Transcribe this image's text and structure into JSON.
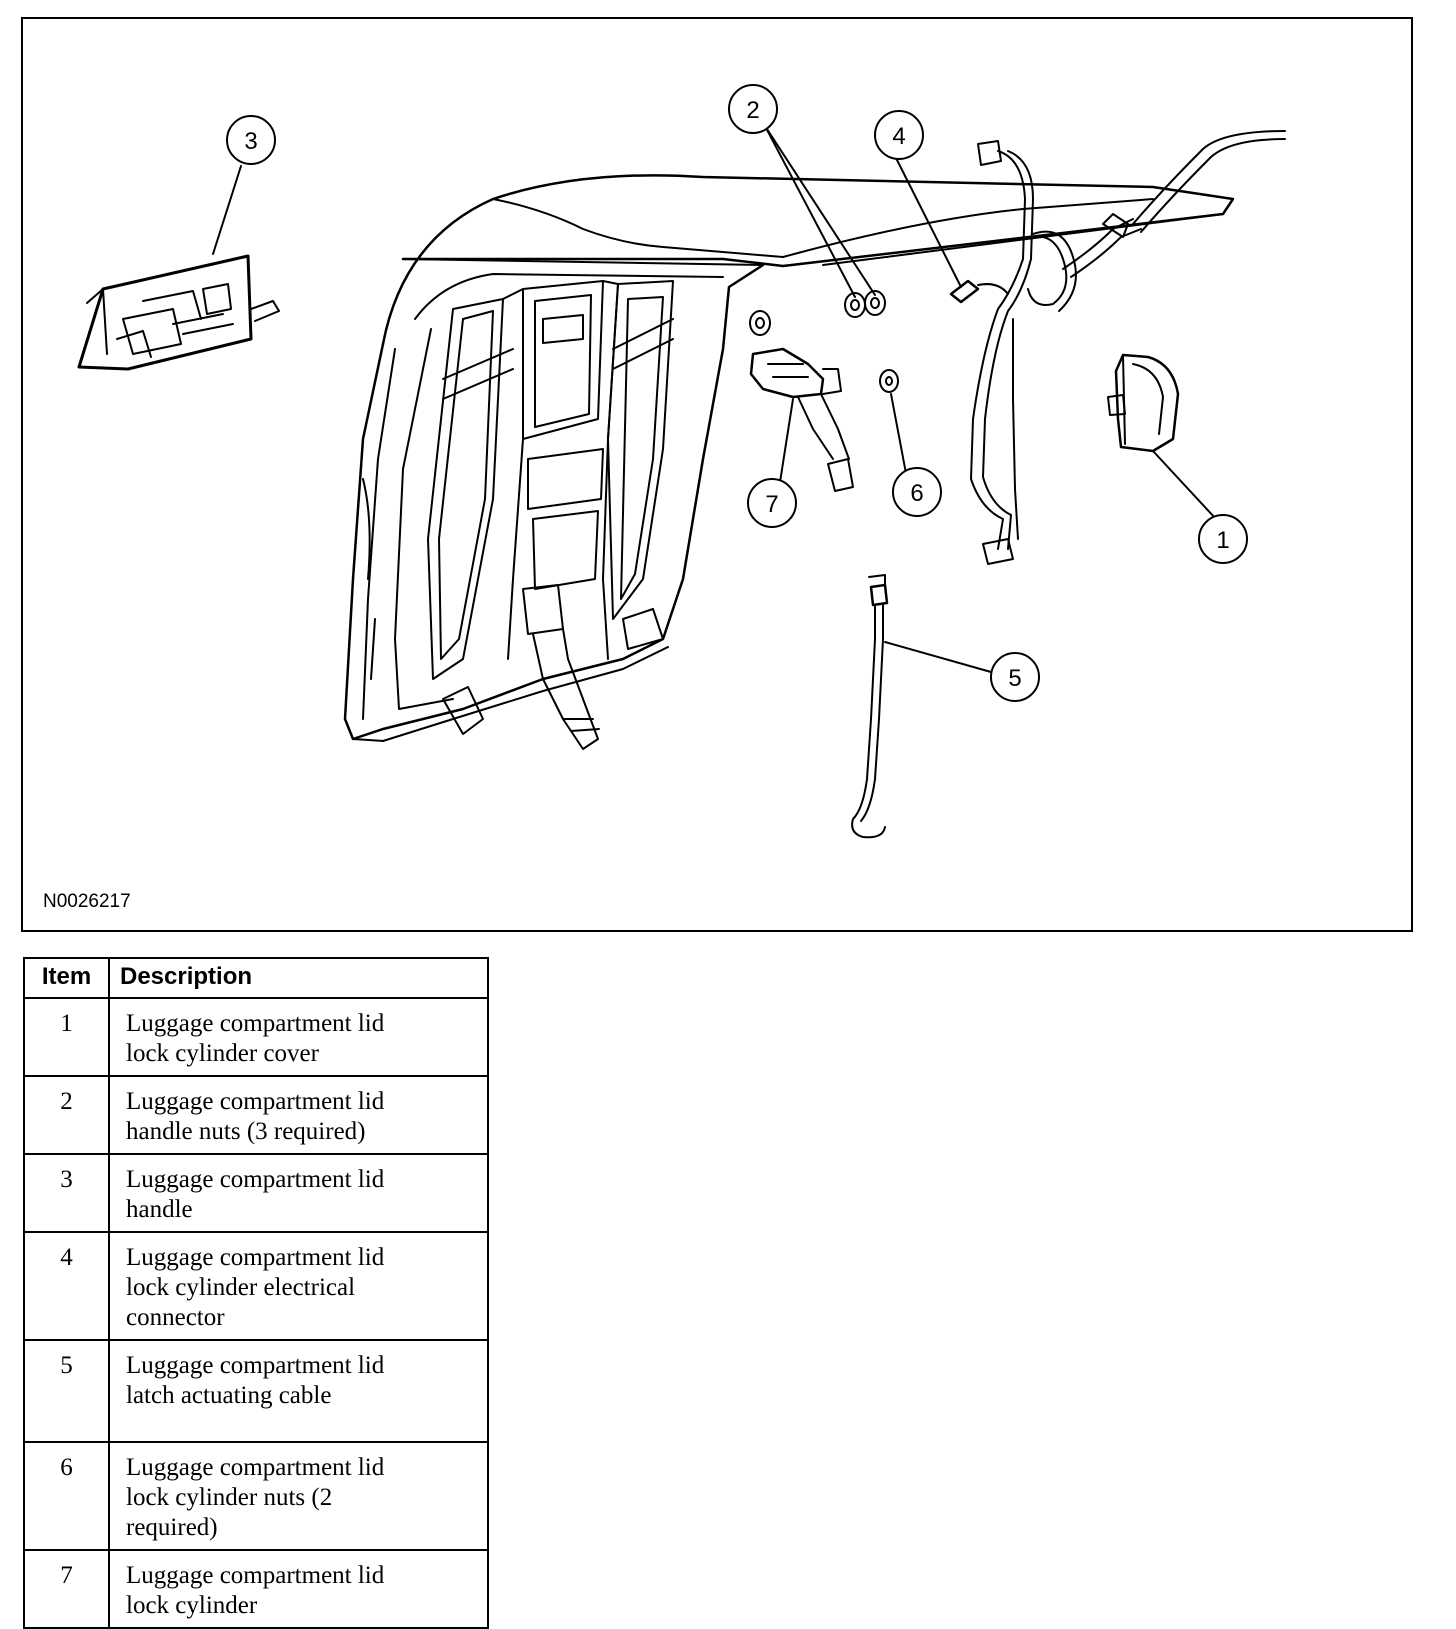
{
  "figure": {
    "id": "N0026217",
    "callouts": [
      "1",
      "2",
      "3",
      "4",
      "5",
      "6",
      "7"
    ]
  },
  "table": {
    "header_item": "Item",
    "header_description": "Description",
    "rows": [
      {
        "item": "1",
        "lines": [
          "Luggage compartment lid",
          "lock cylinder cover"
        ]
      },
      {
        "item": "2",
        "lines": [
          "Luggage compartment lid",
          "handle nuts (3 required)"
        ]
      },
      {
        "item": "3",
        "lines": [
          "Luggage compartment lid",
          "handle"
        ]
      },
      {
        "item": "4",
        "lines": [
          "Luggage compartment lid",
          "lock cylinder electrical",
          "connector"
        ]
      },
      {
        "item": "5",
        "lines": [
          "Luggage compartment lid",
          "latch actuating cable"
        ]
      },
      {
        "item": "6",
        "lines": [
          "Luggage compartment lid",
          "lock cylinder nuts (2",
          "required)"
        ]
      },
      {
        "item": "7",
        "lines": [
          "Luggage compartment lid",
          "lock cylinder"
        ]
      }
    ]
  }
}
